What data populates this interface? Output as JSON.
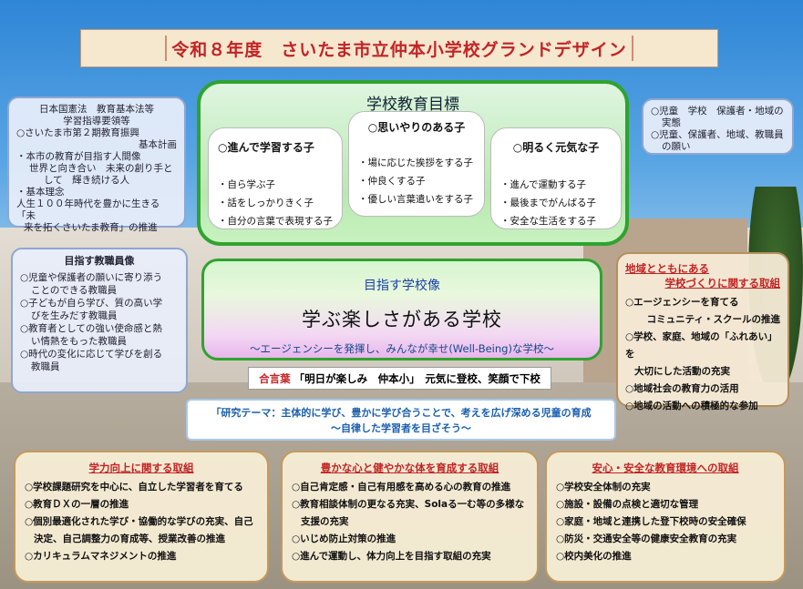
{
  "title": "令和８年度　さいたま市立仲本小学校グランドデザイン",
  "left_top": {
    "lines": [
      "日本国憲法　教育基本法等",
      "学習指導要領等",
      "○さいたま市第２期教育振興",
      "基本計画",
      "・本市の教育が目指す人間像",
      "世界と向き合い　未来の創り手と",
      "して　輝き続ける人",
      "・基本理念",
      "人生１００年時代を豊かに生きる「未",
      "来を拓くさいたま教育」の推進"
    ]
  },
  "teacher": {
    "title": "目指す教職員像",
    "items": [
      "○児童や保護者の願いに寄り添う",
      "ことのできる教職員",
      "○子どもが自ら学び、質の高い学",
      "びを生みだす教職員",
      "○教育者としての強い使命感と熱",
      "い情熱をもった教職員",
      "○時代の変化に応じて学びを創る",
      "教職員"
    ]
  },
  "goal": {
    "title": "学校教育目標",
    "cards": [
      {
        "heading": "○進んで学習する子",
        "items": [
          "・自ら学ぶ子",
          "・話をしっかりきく子",
          "・自分の言葉で表現する子"
        ]
      },
      {
        "heading": "○思いやりのある子",
        "items": [
          "・場に応じた挨拶をする子",
          "・仲良くする子",
          "・優しい言葉遣いをする子"
        ]
      },
      {
        "heading": "○明るく元気な子",
        "items": [
          "・進んで運動する子",
          "・最後までがんばる子",
          "・安全な生活をする子"
        ]
      }
    ]
  },
  "right_top": {
    "lines": [
      "○児童　学校　保護者・地域の",
      "実態",
      "○児童、保護者、地域、教職員",
      "の願い"
    ]
  },
  "vision": {
    "label": "目指す学校像",
    "main": "学ぶ楽しさがある学校",
    "sub": "～エージェンシーを発揮し、みんなが幸せ(Well-Being)な学校～"
  },
  "motto": {
    "label": "合言葉",
    "text": "「明日が楽しみ　仲本小」　元気に登校、笑顔で下校"
  },
  "research": {
    "line1": "「研究テーマ：主体的に学び、豊かに学び合うことで、考えを広げ深める児童の育成",
    "line2": "～自律した学習者を目ざそう～"
  },
  "community": {
    "title1": "地域とともにある",
    "title2": "学校づくりに関する取組",
    "items": [
      "○エージェンシーを育てる",
      "コミュニティ・スクールの推進",
      "○学校、家庭、地域の「ふれあい」を",
      "大切にした活動の充実",
      "○地域社会の教育力の活用",
      "○地域の活動への積極的な参加"
    ]
  },
  "bottom": [
    {
      "title": "学力向上に関する取組",
      "items": [
        "○学校課題研究を中心に、自立した学習者を育てる",
        "○教育ＤＸの一層の推進",
        "○個別最適化された学び・協働的な学びの充実、自己",
        "決定、自己調整力の育成等、授業改善の推進",
        "○カリキュラムマネジメントの推進"
      ]
    },
    {
      "title": "豊かな心と健やかな体を育成する取組",
      "items": [
        "○自己肯定感・自己有用感を高める心の教育の推進",
        "○教育相談体制の更なる充実、Solaる一む等の多様な",
        "支援の充実",
        "○いじめ防止対策の推進",
        "○進んで運動し、体力向上を目指す取組の充実"
      ]
    },
    {
      "title": "安心・安全な教育環境への取組",
      "items": [
        "○学校安全体制の充実",
        "○施設・設備の点検と適切な管理",
        "○家庭・地域と連携した登下校時の安全確保",
        "○防災・交通安全等の健康安全教育の充実",
        "○校内美化の推進"
      ]
    }
  ]
}
